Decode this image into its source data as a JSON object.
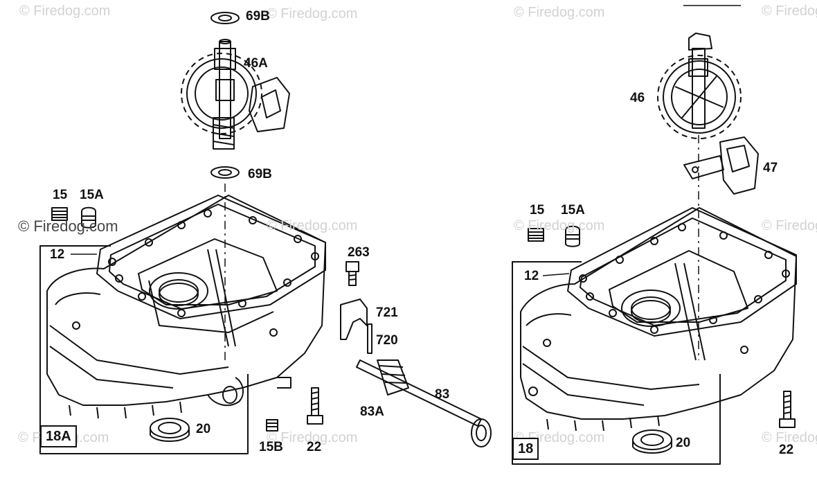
{
  "watermark": "© Firedog.com",
  "callouts": {
    "left": {
      "c69b_top": "69B",
      "c46a": "46A",
      "c69b_mid": "69B",
      "c15": "15",
      "c15a": "15A",
      "c12": "12",
      "c263": "263",
      "c721": "721",
      "c720": "720",
      "c83": "83",
      "c83a": "83A",
      "c20": "20",
      "c15b": "15B",
      "c22": "22",
      "box": "18A"
    },
    "right": {
      "c46": "46",
      "c47": "47",
      "c15": "15",
      "c15a": "15A",
      "c12": "12",
      "c20": "20",
      "c22": "22",
      "box": "18"
    }
  },
  "colors": {
    "line": "#111111",
    "watermark": "#d2d2d2"
  }
}
